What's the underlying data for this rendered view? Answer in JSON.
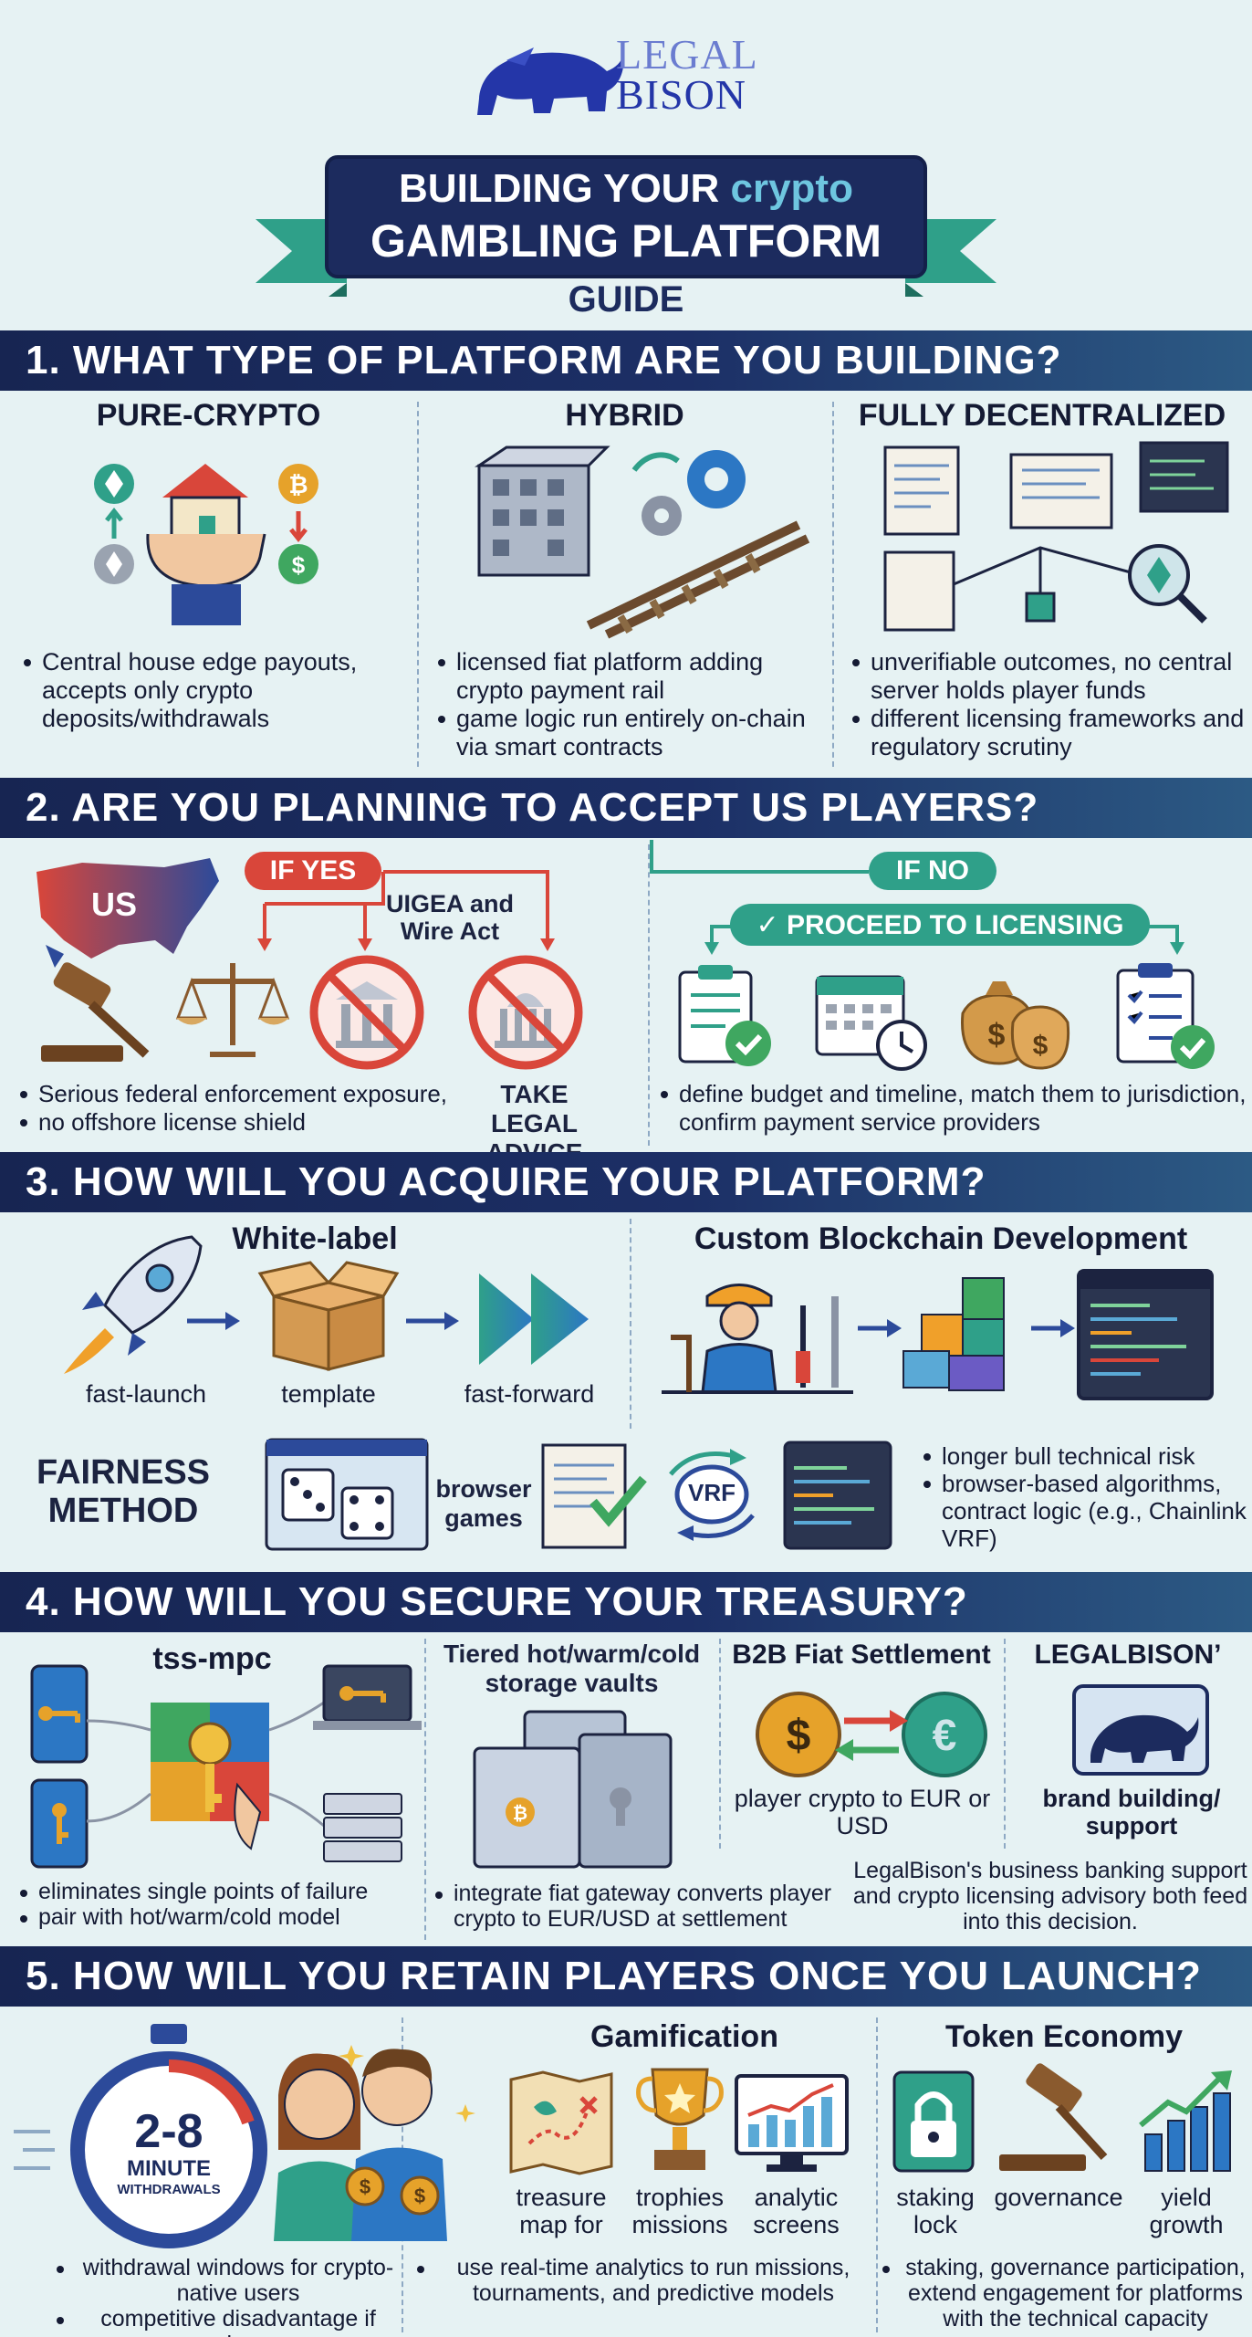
{
  "brand": {
    "line1": "LEGAL",
    "line2": "BISON"
  },
  "title": {
    "line1a": "BUILDING YOUR ",
    "line1b": "crypto",
    "line2": "GAMBLING PLATFORM",
    "line3": "GUIDE"
  },
  "s1": {
    "heading": "1. WHAT TYPE OF PLATFORM ARE YOU BUILDING?",
    "cols": [
      {
        "title": "PURE-CRYPTO",
        "bullets": [
          "Central house edge payouts, accepts only crypto deposits/withdrawals"
        ]
      },
      {
        "title": "HYBRID",
        "bullets": [
          "licensed fiat platform adding crypto payment rail",
          "game logic run entirely on-chain via smart contracts"
        ]
      },
      {
        "title": "FULLY DECENTRALIZED",
        "bullets": [
          "unverifiable outcomes, no central server holds player funds",
          "different licensing frameworks and regulatory scrutiny"
        ]
      }
    ]
  },
  "s2": {
    "heading": "2. ARE YOU PLANNING TO ACCEPT US PLAYERS?",
    "us_label": "US",
    "if_yes": "IF YES",
    "uigea": "UIGEA and Wire Act",
    "left_bullets": [
      "Serious federal enforcement exposure,",
      "no offshore license shield"
    ],
    "take_legal": "TAKE LEGAL ADVICE",
    "if_no": "IF NO",
    "proceed": "✓ PROCEED TO LICENSING",
    "right_bullets": [
      "define budget and timeline, match them to jurisdiction, confirm payment service providers"
    ]
  },
  "s3": {
    "heading": "3. HOW WILL YOU ACQUIRE YOUR PLATFORM?",
    "wl_title": "White-label",
    "wl_caps": [
      "fast-launch",
      "template",
      "fast-forward"
    ],
    "custom_title": "Custom Blockchain Development",
    "fairness": "FAIRNESS METHOD",
    "browser_games": "browser games",
    "vrf": "VRF",
    "bullets": [
      "longer bull technical risk",
      "browser-based algorithms, contract logic (e.g., Chainlink VRF)"
    ]
  },
  "s4": {
    "heading": "4. HOW WILL YOU SECURE YOUR TREASURY?",
    "c1_title": "tss-mpc",
    "c1_bullets": [
      "eliminates single points of failure",
      "pair with hot/warm/cold model"
    ],
    "c2_title": "Tiered hot/warm/cold storage vaults",
    "c2_bullets": [
      "integrate fiat gateway converts player crypto to EUR/USD at settlement"
    ],
    "c3_title": "B2B Fiat Settlement",
    "c3_caption": "player crypto to EUR or USD",
    "c4_title": "LEGALBISON’",
    "c4_caption": "brand building/ support",
    "c34_note": "LegalBison's business banking support and crypto licensing advisory both feed into this decision."
  },
  "s5": {
    "heading": "5. HOW WILL YOU RETAIN PLAYERS ONCE YOU LAUNCH?",
    "timer_big": "2-8",
    "timer_mid": "MINUTE",
    "timer_small": "WITHDRAWALS",
    "left_bullets": [
      "withdrawal windows for crypto-native users",
      "competitive disadvantage if slow"
    ],
    "gam_title": "Gamification",
    "gam_caps": [
      "treasure map for",
      "trophies missions",
      "analytic screens"
    ],
    "gam_bullets": [
      "use real-time analytics to run missions, tournaments, and predictive models"
    ],
    "tok_title": "Token Economy",
    "tok_caps": [
      "staking lock",
      "governance",
      "yield growth"
    ],
    "tok_bullets": [
      "staking, governance participation, extend engagement for platforms with the technical capacity"
    ]
  },
  "colors": {
    "navy": "#1c2b5e",
    "teal": "#2fa089",
    "red": "#d9463a",
    "green": "#3fa760",
    "blue_accent": "#5aa9d6"
  }
}
